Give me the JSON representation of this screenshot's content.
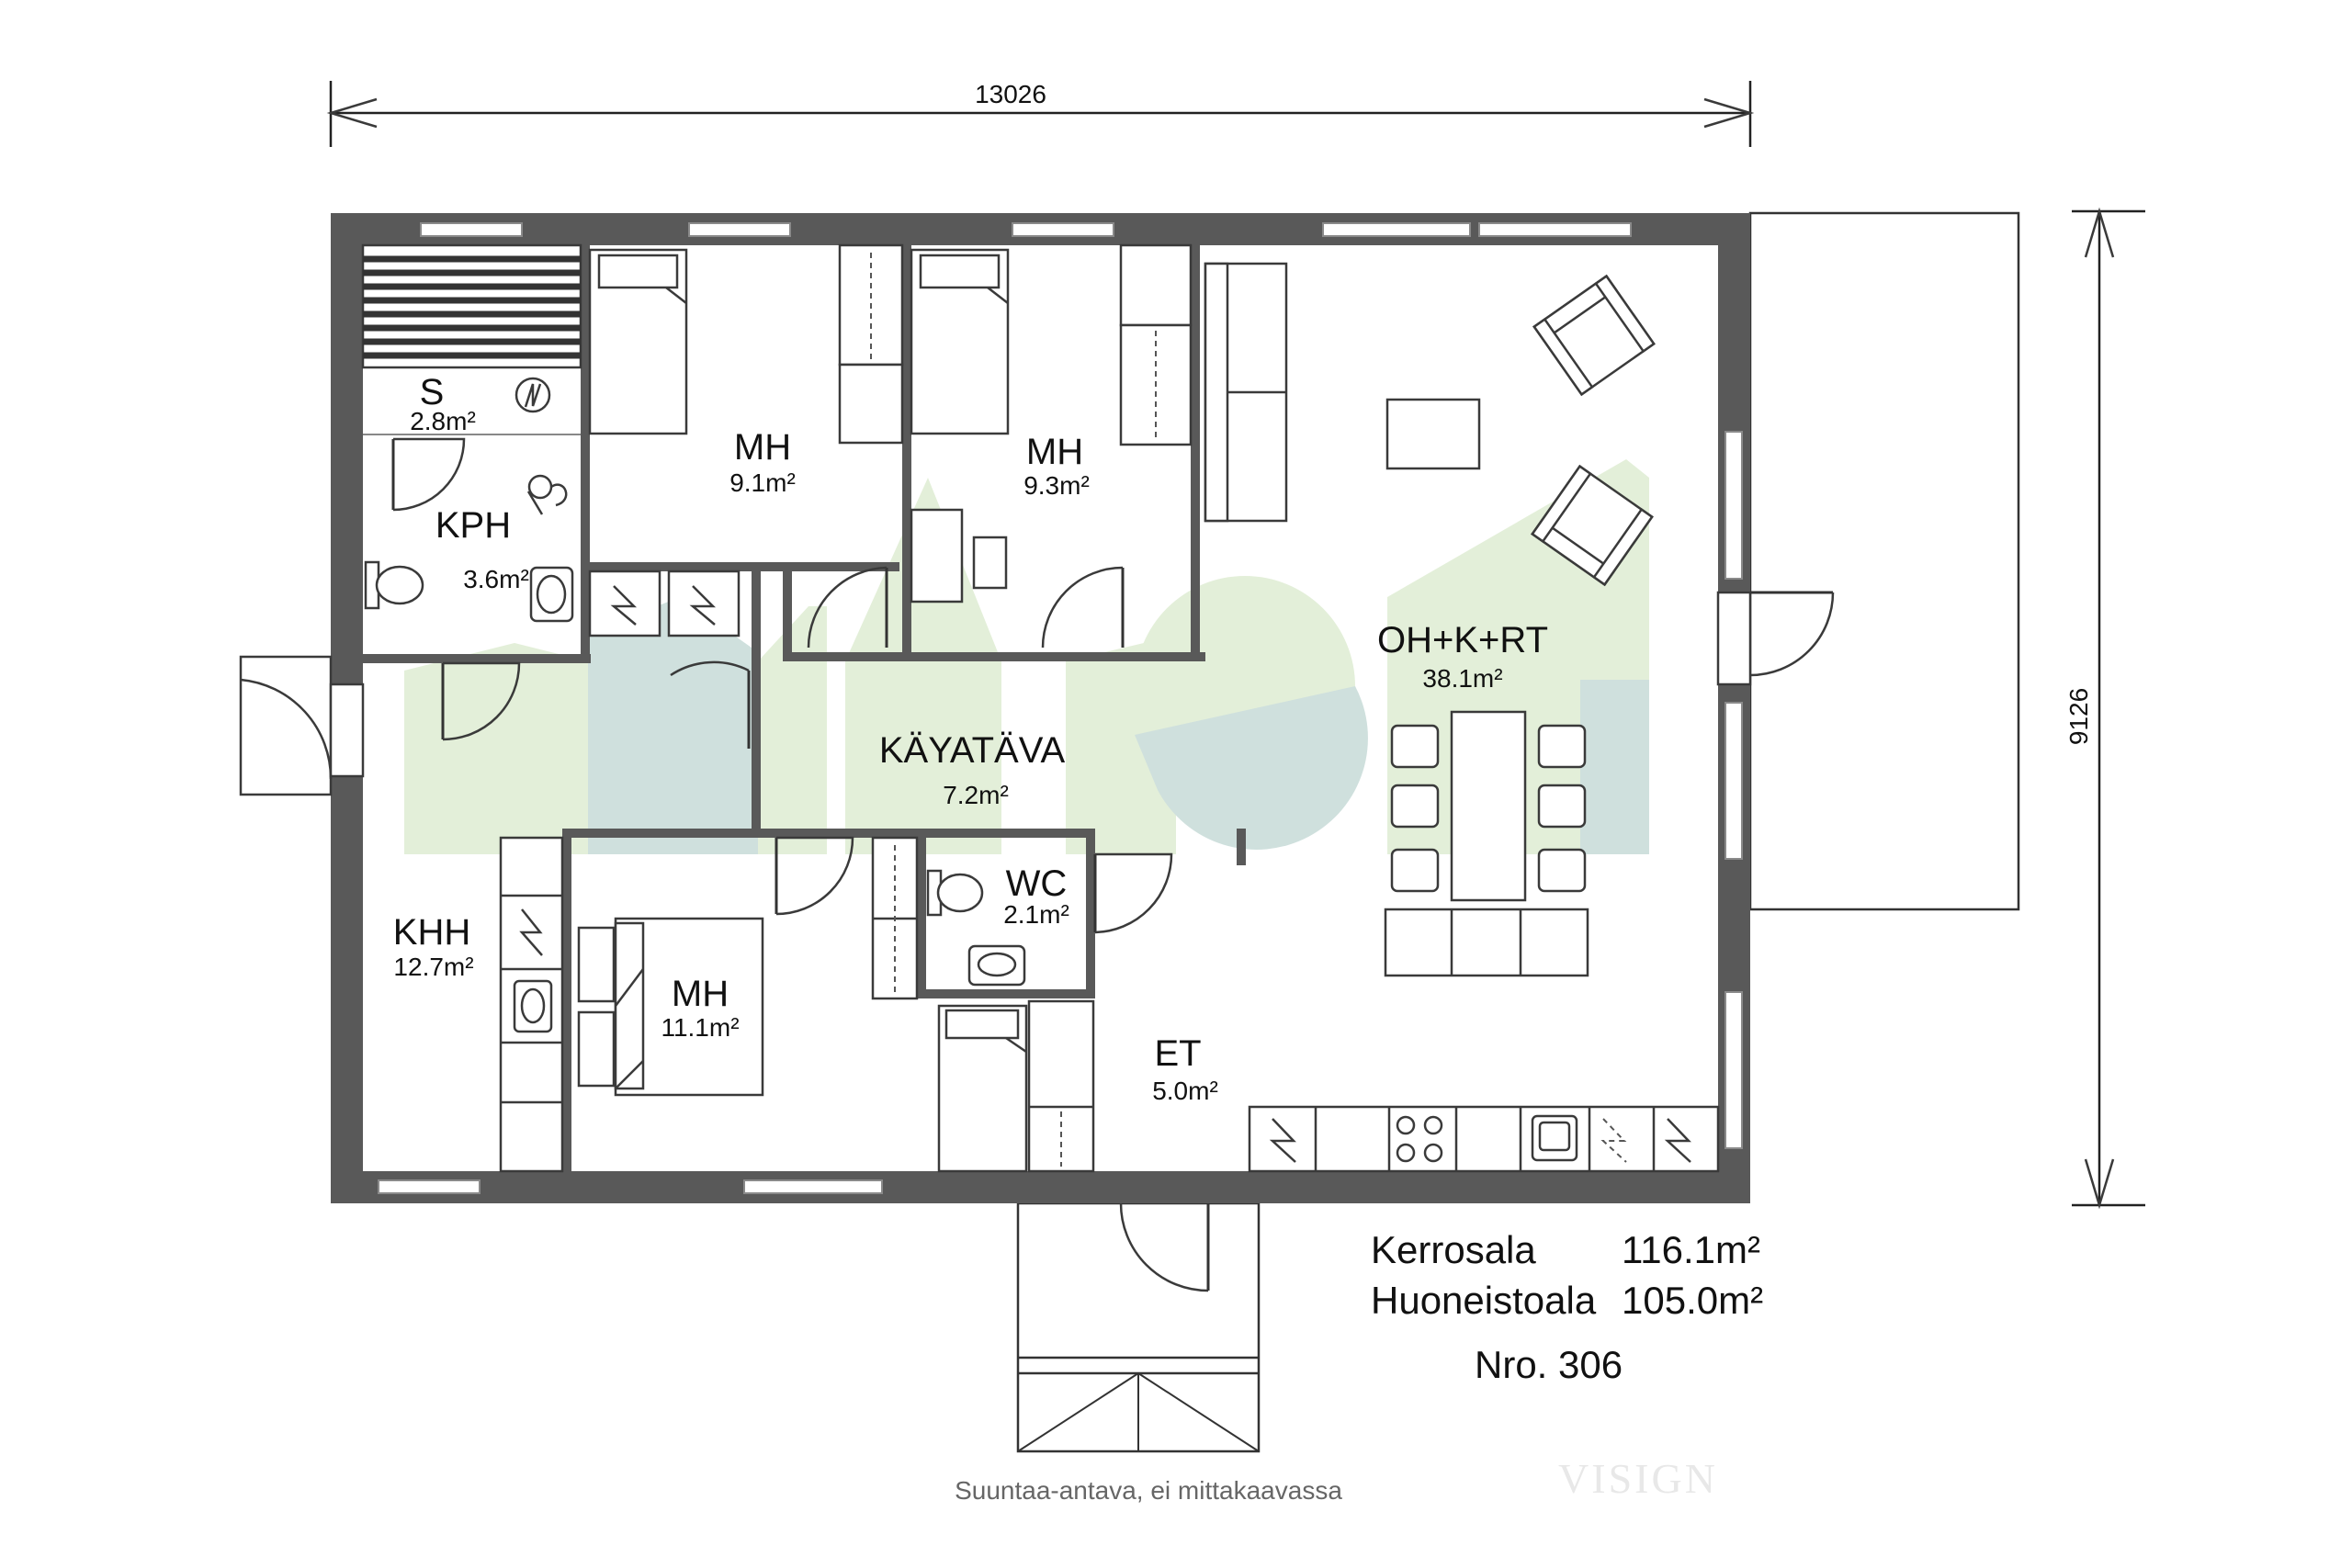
{
  "dimensions": {
    "width": "13026",
    "height": "9126"
  },
  "rooms": {
    "s": {
      "name": "S",
      "area": "2.8m²"
    },
    "kph": {
      "name": "KPH",
      "area": "3.6m²"
    },
    "mh1": {
      "name": "MH",
      "area": "9.1m²"
    },
    "mh2": {
      "name": "MH",
      "area": "9.3m²"
    },
    "oh": {
      "name": "OH+K+RT",
      "area": "38.1m²"
    },
    "kay": {
      "name": "KÄYATÄVA",
      "area": "7.2m²"
    },
    "wc": {
      "name": "WC",
      "area": "2.1m²"
    },
    "khh": {
      "name": "KHH",
      "area": "12.7m²"
    },
    "mh3": {
      "name": "MH",
      "area": "11.1m²"
    },
    "et": {
      "name": "ET",
      "area": "5.0m²"
    }
  },
  "summary": {
    "kerrosala_label": "Kerrosala",
    "kerrosala_value": "116.1m²",
    "huoneistoala_label": "Huoneistoala",
    "huoneistoala_value": "105.0m²",
    "number": "Nro. 306"
  },
  "disclaimer": "Suuntaa-antava, ei mittakaavassa",
  "watermark": "VISIGN",
  "colors": {
    "wall": "#595959",
    "logo_green": "#e3efd9",
    "logo_teal": "#cfe0dd"
  }
}
